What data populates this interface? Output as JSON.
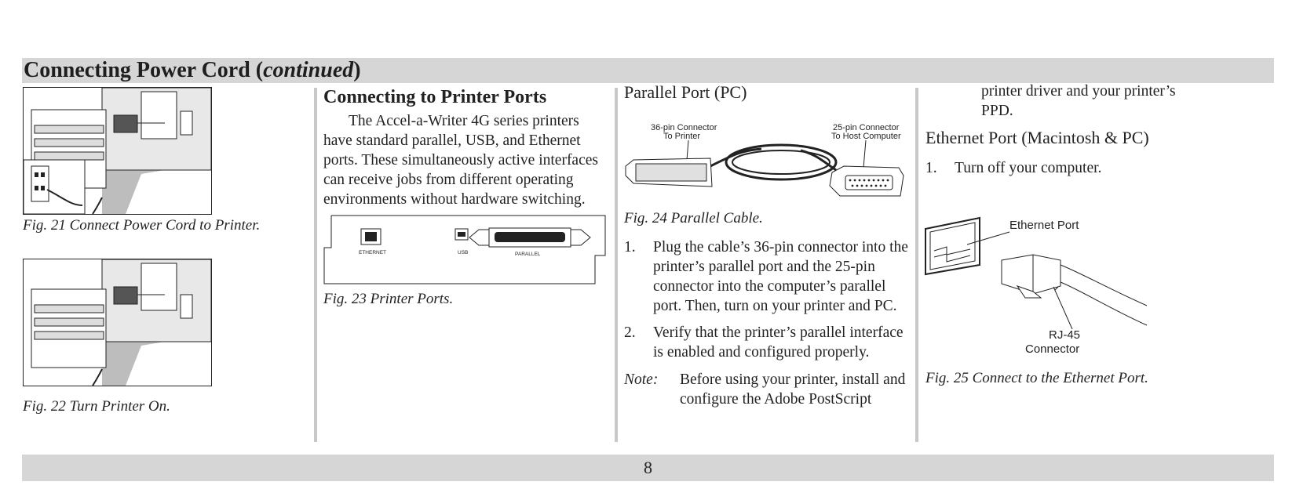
{
  "header": {
    "title_main": "Connecting Power Cord (",
    "title_italic": "continued",
    "title_close": ")"
  },
  "col1": {
    "fig21_caption": "Fig. 21  Connect Power Cord to Printer.",
    "fig22_caption": "Fig. 22  Turn Printer On."
  },
  "col2": {
    "heading": "Connecting to Printer Ports",
    "paragraph": "The Accel-a-Writer 4G series printers have standard parallel, USB, and Ethernet ports. These simultaneously active interfaces can receive jobs from different operating environments without hardware switching.",
    "fig23_labels": {
      "ethernet": "ETHERNET",
      "usb": "USB",
      "parallel": "PARALLEL"
    },
    "fig23_caption": "Fig. 23  Printer Ports."
  },
  "col3": {
    "heading": "Parallel Port (PC)",
    "fig24_labels": {
      "left_line1": "36-pin Connector",
      "left_line2": "To Printer",
      "right_line1": "25-pin Connector",
      "right_line2": "To Host Computer"
    },
    "fig24_caption": "Fig. 24  Parallel Cable.",
    "steps": [
      {
        "num": "1.",
        "text": "Plug the cable’s 36-pin connector into the printer’s parallel port and the 25-pin connector into the computer’s parallel port. Then, turn on your printer and PC."
      },
      {
        "num": "2.",
        "text": "Verify that the printer’s parallel interface is enabled and configured properly."
      }
    ],
    "note_label": "Note:",
    "note_text": "Before using your printer, install and configure the Adobe PostScript"
  },
  "col4": {
    "continued_text": "printer driver and your printer’s PPD.",
    "heading": "Ethernet Port (Macintosh & PC)",
    "step": {
      "num": "1.",
      "text": "Turn off your computer."
    },
    "fig25_labels": {
      "port": "Ethernet Port",
      "rj_line1": "RJ-45",
      "rj_line2": "Connector"
    },
    "fig25_caption": "Fig. 25  Connect to the Ethernet Port."
  },
  "footer": {
    "page_number": "8"
  }
}
